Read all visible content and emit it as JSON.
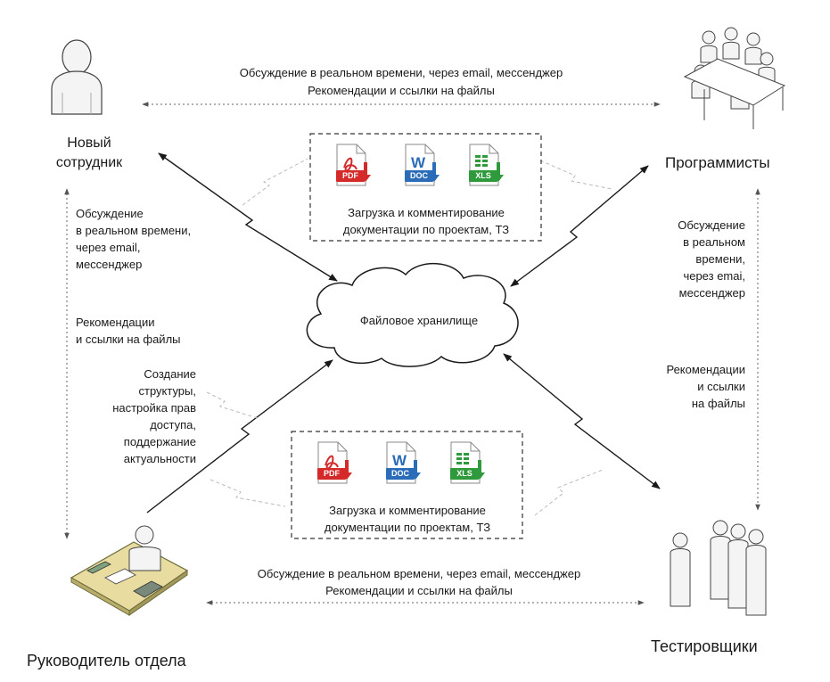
{
  "roles": {
    "new_employee": "Новый\nсотрудник",
    "programmers": "Программисты",
    "department_head": "Руководитель  отдела",
    "testers": "Тестировщики"
  },
  "center": {
    "storage": "Файловое хранилище"
  },
  "top_link": {
    "line1": "Обсуждение  в реальном времени, через email, мессенджер",
    "line2": "Рекомендации и ссылки на файлы"
  },
  "bottom_link": {
    "line1": "Обсуждение  в реальном времени, через email, мессенджер",
    "line2": "Рекомендации и ссылки на файлы"
  },
  "left_link": {
    "discussion": "Обсуждение\nв реальном времени,\nчерез email,\nмессенджер",
    "recommendations": "Рекомендации\nи ссылки на файлы",
    "admin": "Создание\nструктуры,\nнастройка прав\nдоступа,\nподдержание\nактуальности"
  },
  "right_link": {
    "discussion": "Обсуждение\nв реальном\nвремени,\nчерез emai,\nмессенджер",
    "recommendations": "Рекомендации\nи ссылки\nна файлы"
  },
  "upper_docs": {
    "caption": "Загрузка и комментирование\nдокументации по проектам, ТЗ",
    "types": [
      "PDF",
      "DOC",
      "XLS"
    ]
  },
  "lower_docs": {
    "caption": "Загрузка и комментирование\nдокументации по проектам, ТЗ",
    "types": [
      "PDF",
      "DOC",
      "XLS"
    ]
  },
  "colors": {
    "pdf": "#d42a2a",
    "doc": "#2b6cb8",
    "xls": "#2f9a3c",
    "line": "#1a1a1a",
    "faint": "#b8b8b8"
  },
  "icons": [
    "person-icon",
    "team-meeting-icon",
    "manager-desk-icon",
    "testers-group-icon",
    "cloud-icon"
  ]
}
